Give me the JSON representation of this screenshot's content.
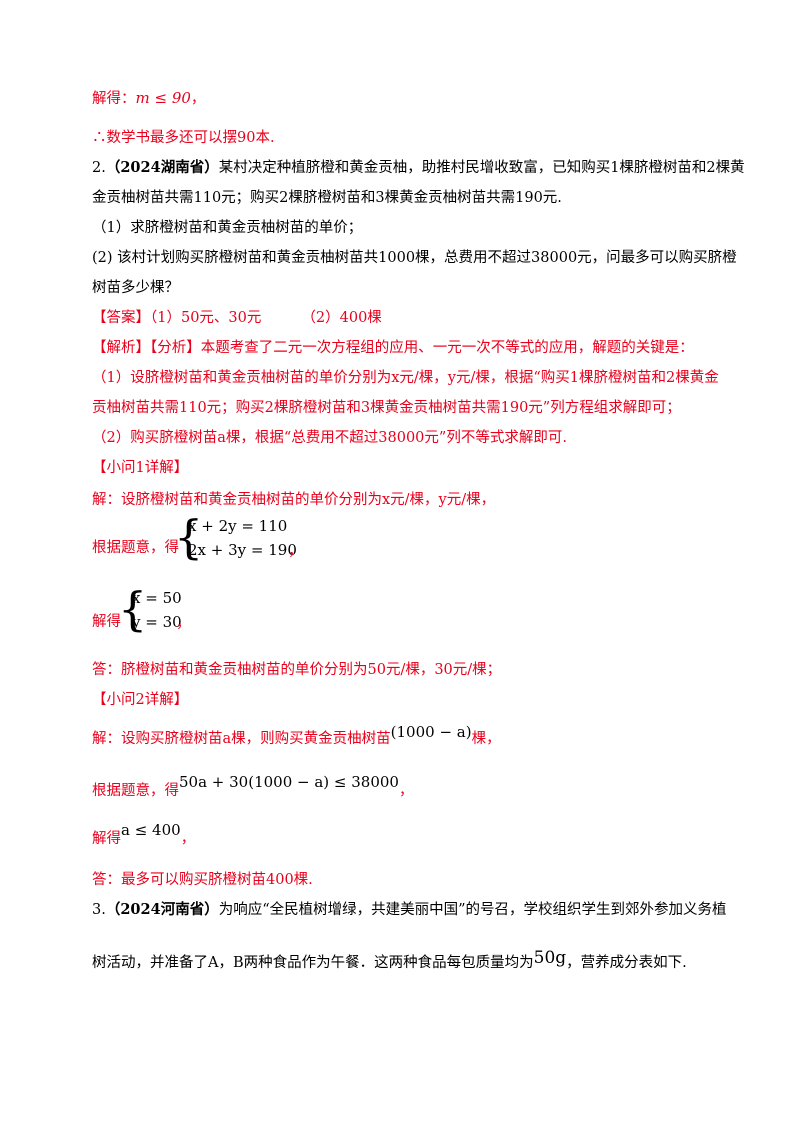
{
  "p1": {
    "label": "解得：",
    "math": "m ≤ 90",
    "tail": "，"
  },
  "p2": "∴数学书最多还可以摆90本.",
  "q2": {
    "num": "2.",
    "src": "（2024湖南省）",
    "l1": "某村决定种植脐橙和黄金贡柚，助推村民增收致富，已知购买1棵脐橙树苗和2棵黄",
    "l2": "金贡柚树苗共需110元；购买2棵脐橙树苗和3棵黄金贡柚树苗共需190元.",
    "s1": "（1）求脐橙树苗和黄金贡柚树苗的单价；",
    "s2a": "(2) 该村计划购买脐橙树苗和黄金贡柚树苗共1000棵，总费用不超过38000元，问最多可以购买脐橙",
    "s2b": "树苗多少棵？"
  },
  "answer": {
    "tag": "【答案】",
    "text": "（1）50元、30元",
    "text2": "（2）400棵"
  },
  "analysis": {
    "tag": "【解析】【分析】",
    "t1": "本题考查了二元一次方程组的应用、一元一次不等式的应用，解题的关键是：",
    "l2": "（1）设脐橙树苗和黄金贡柚树苗的单价分别为x元/棵，y元/棵，根据“购买1棵脐橙树苗和2棵黄金",
    "l3": "贡柚树苗共需110元；购买2棵脐橙树苗和3棵黄金贡柚树苗共需190元”列方程组求解即可；",
    "l4": "（2）购买脐橙树苗a棵，根据“总费用不超过38000元”列不等式求解即可."
  },
  "part1": {
    "tag": "【小问1详解】",
    "l1": "解：设脐橙树苗和黄金贡柚树苗的单价分别为x元/棵，y元/棵，",
    "lead": "根据题意，得",
    "eq1": "x + 2y = 110",
    "eq2": "2x + 3y = 190",
    "sol_lead": "解得",
    "sol1": "x = 50",
    "sol2": "y = 30",
    "ans": "答：脐橙树苗和黄金贡柚树苗的单价分别为50元/棵，30元/棵；"
  },
  "part2": {
    "tag": "【小问2详解】",
    "l1a": "解：设购买脐橙树苗a棵，则购买黄金贡柚树苗",
    "l1m": "(1000 − a)",
    "l1b": "棵，",
    "lead": "根据题意，得",
    "ineq": "50a + 30(1000 − a) ≤ 38000",
    "sol_lead": "解得",
    "sol": "a ≤ 400",
    "ans": "答：最多可以购买脐橙树苗400棵."
  },
  "q3": {
    "num": "3.",
    "src": "（2024河南省）",
    "l1": "为响应“全民植树增绿，共建美丽中国”的号召，学校组织学生到郊外参加义务植",
    "l2a": "树活动，并准备了A，B两种食品作为午餐．这两种食品每包质量均为",
    "l2m": "50g",
    "l2b": "，营养成分表如下."
  }
}
